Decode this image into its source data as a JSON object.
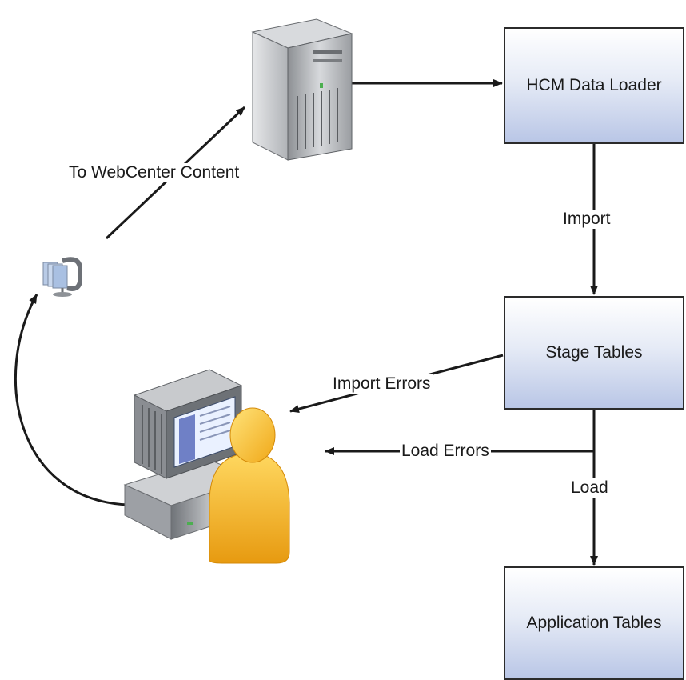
{
  "boxes": {
    "hcm_data_loader": "HCM Data Loader",
    "stage_tables": "Stage Tables",
    "application_tables": "Application Tables"
  },
  "connectors": {
    "to_webcenter": "To WebCenter Content",
    "import": "Import",
    "import_errors": "Import Errors",
    "load_errors": "Load Errors",
    "load": "Load"
  },
  "icons": {
    "server": "server-icon",
    "file_transfer": "file-transfer-icon",
    "user_workstation": "user-workstation-icon"
  },
  "colors": {
    "box_top": "#ffffff",
    "box_bottom": "#b9c6e6",
    "line": "#1a1a1a",
    "user_body": "#f4b320"
  }
}
